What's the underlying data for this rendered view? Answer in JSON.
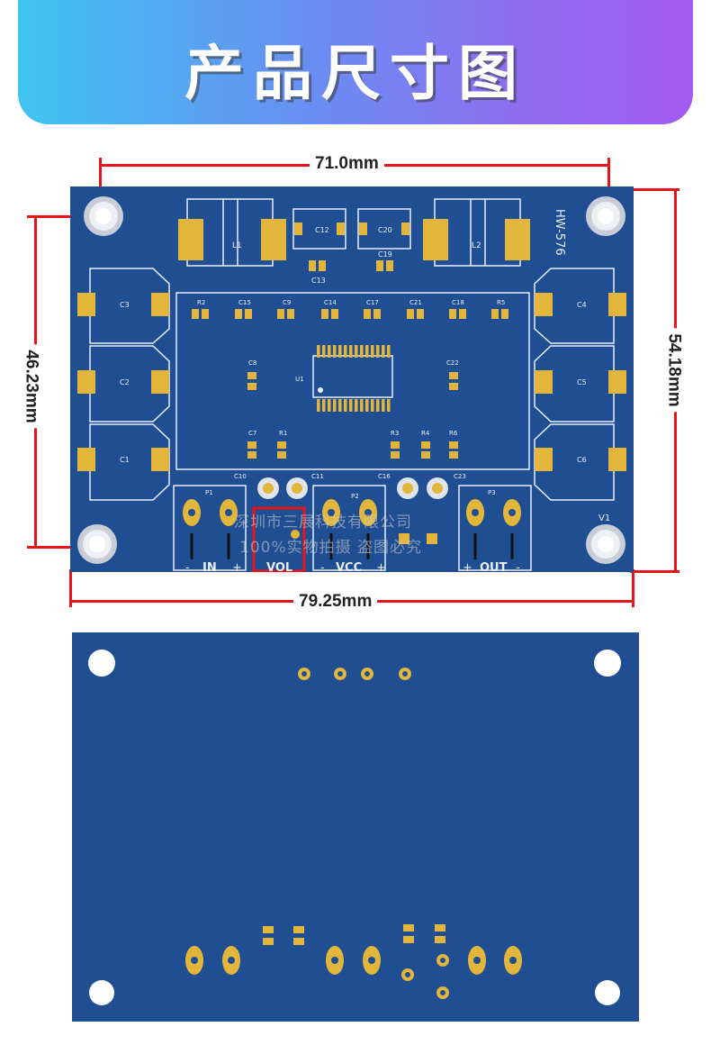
{
  "header": {
    "title": "产品尺寸图"
  },
  "dimensions": {
    "top_width": "71.0mm",
    "bottom_width": "79.25mm",
    "left_height": "46.23mm",
    "right_height": "54.18mm"
  },
  "board": {
    "model": "HW-576",
    "components": {
      "inductors": [
        "L1",
        "L2"
      ],
      "big_caps": [
        "C3",
        "C2",
        "C1",
        "C4",
        "C5",
        "C6"
      ],
      "top_caps": [
        "C12",
        "C20",
        "C13",
        "C19"
      ],
      "row_smd": [
        "R2",
        "C15",
        "C9",
        "C14",
        "C17",
        "C21",
        "C18",
        "R5"
      ],
      "mid_left": [
        "C8",
        "C7",
        "R1"
      ],
      "mid_right": [
        "C22",
        "R3",
        "R4",
        "R6"
      ],
      "chip": "U1",
      "elec_caps": [
        "C10",
        "C11",
        "C16",
        "C23"
      ],
      "connectors": [
        "P1",
        "P2",
        "P3"
      ],
      "pot": "V1"
    },
    "terminal_labels": {
      "in": "IN",
      "vol": "VOL",
      "vcc": "VCC",
      "out": "OUT",
      "minus": "-",
      "plus": "+"
    }
  },
  "watermark": {
    "line1": "深圳市三展科技有限公司",
    "line2": "100%实物拍摄 盗图必究"
  },
  "colors": {
    "pcb": "#1f4e92",
    "pad": "#e2b53b",
    "dimension_line": "#e8141a"
  }
}
